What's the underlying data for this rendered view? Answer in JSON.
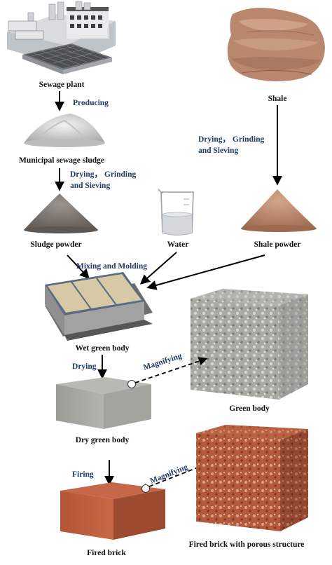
{
  "materials": {
    "sewage_plant": "Sewage plant",
    "shale": "Shale",
    "municipal_sludge": "Municipal sewage sludge",
    "sludge_powder": "Sludge powder",
    "water": "Water",
    "shale_powder": "Shale powder",
    "wet_green_body": "Wet green body",
    "green_body": "Green body",
    "dry_green_body": "Dry green body",
    "fired_brick": "Fired brick",
    "fired_brick_porous": "Fired brick with porous structure"
  },
  "steps": {
    "producing": "Producing",
    "drying_grinding_1_line1": "Drying， Grinding",
    "drying_grinding_1_line2": "and Sieving",
    "drying_grinding_2_line1": "Drying， Grinding",
    "drying_grinding_2_line2": "and Sieving",
    "mixing_molding": "Mixing and Molding",
    "drying": "Drying",
    "magnifying_1": "Magnifying",
    "firing": "Firing",
    "magnifying_2": "Magnifying"
  },
  "colors": {
    "step_text": "#1f3a64",
    "sludge_powder": "#7a716b",
    "shale_powder": "#b98569",
    "shale_rock": "#b8876e",
    "concrete": "#9a9a94",
    "brick": "#b5573a"
  }
}
